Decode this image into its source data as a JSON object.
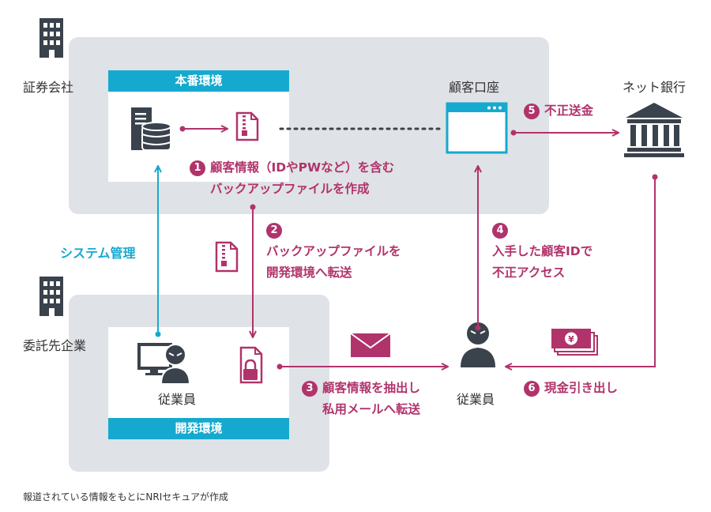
{
  "zones": {
    "securities_company": "証券会社",
    "contractor": "委託先企業"
  },
  "environments": {
    "production": "本番環境",
    "development": "開発環境"
  },
  "nodes": {
    "customer_account": "顧客口座",
    "net_bank": "ネット銀行",
    "employee_contractor": "従業員",
    "employee_attacker": "従業員"
  },
  "labels": {
    "system_admin": "システム管理"
  },
  "steps": [
    {
      "num": "1",
      "lines": [
        "顧客情報（IDやPWなど）を含む",
        "バックアップファイルを作成"
      ]
    },
    {
      "num": "2",
      "lines": [
        "バックアップファイルを",
        "開発環境へ転送"
      ]
    },
    {
      "num": "3",
      "lines": [
        "顧客情報を抽出し",
        "私用メールへ転送"
      ]
    },
    {
      "num": "4",
      "lines": [
        "入手した顧客IDで",
        "不正アクセス"
      ]
    },
    {
      "num": "5",
      "lines": [
        "不正送金"
      ]
    },
    {
      "num": "6",
      "lines": [
        "現金引き出し"
      ]
    }
  ],
  "source_note": "報道されている情報をもとにNRIセキュアが作成",
  "colors": {
    "magenta": "#b1336b",
    "cyan": "#16a9cf",
    "dark": "#3a424c",
    "zone_bg": "#dfe2e6"
  },
  "icons": [
    "building-icon",
    "server-database-icon",
    "zipped-file-icon",
    "browser-window-icon",
    "bank-icon",
    "computer-user-icon",
    "locked-file-icon",
    "envelope-icon",
    "hacker-icon",
    "cash-icon"
  ]
}
